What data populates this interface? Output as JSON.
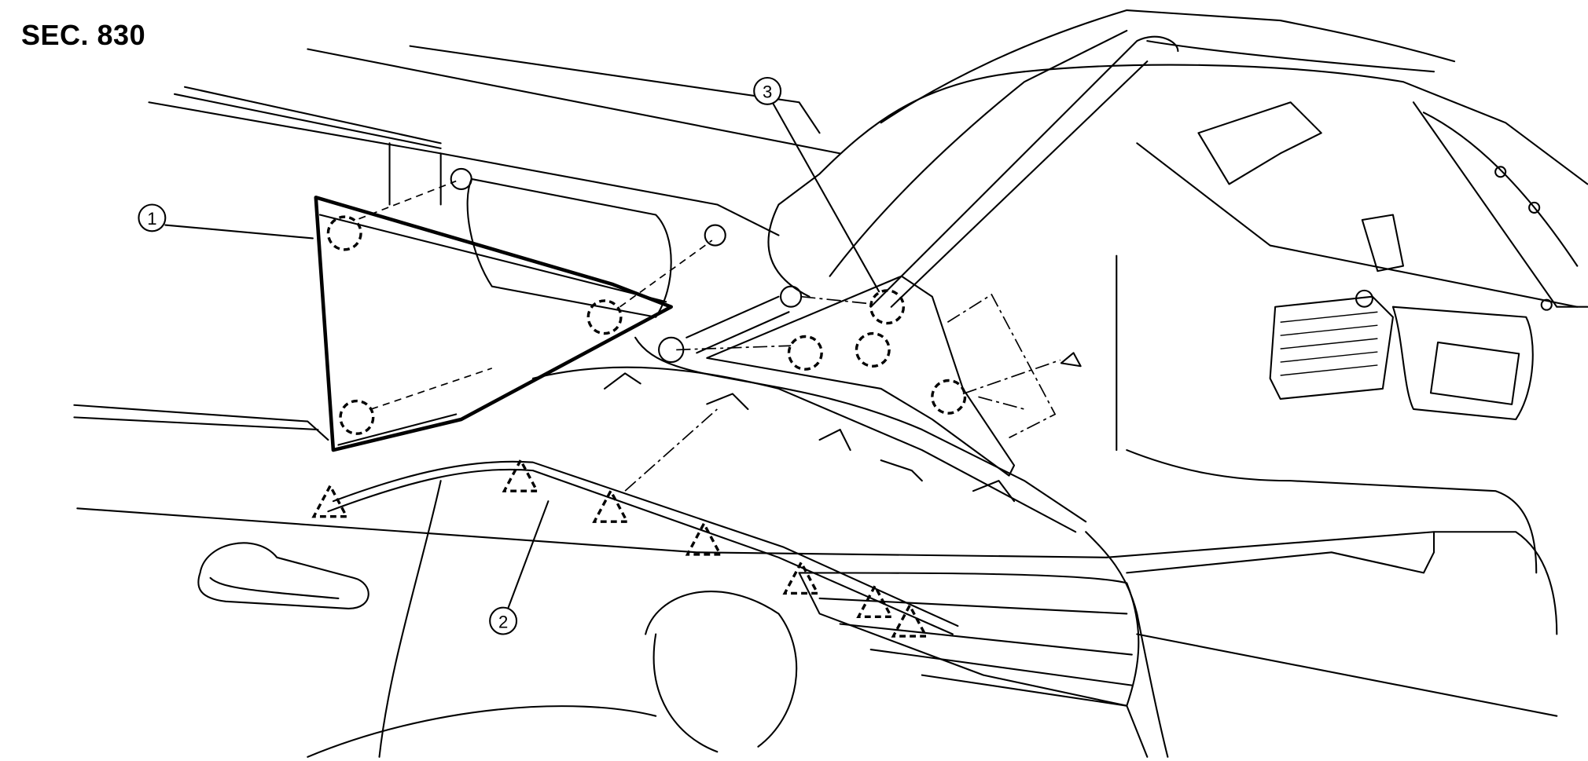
{
  "header": {
    "section": "SEC. 830"
  },
  "callouts": [
    {
      "number": "1"
    },
    {
      "number": "2"
    },
    {
      "number": "3"
    }
  ],
  "colors": {
    "line": "#000000",
    "background": "#ffffff"
  }
}
